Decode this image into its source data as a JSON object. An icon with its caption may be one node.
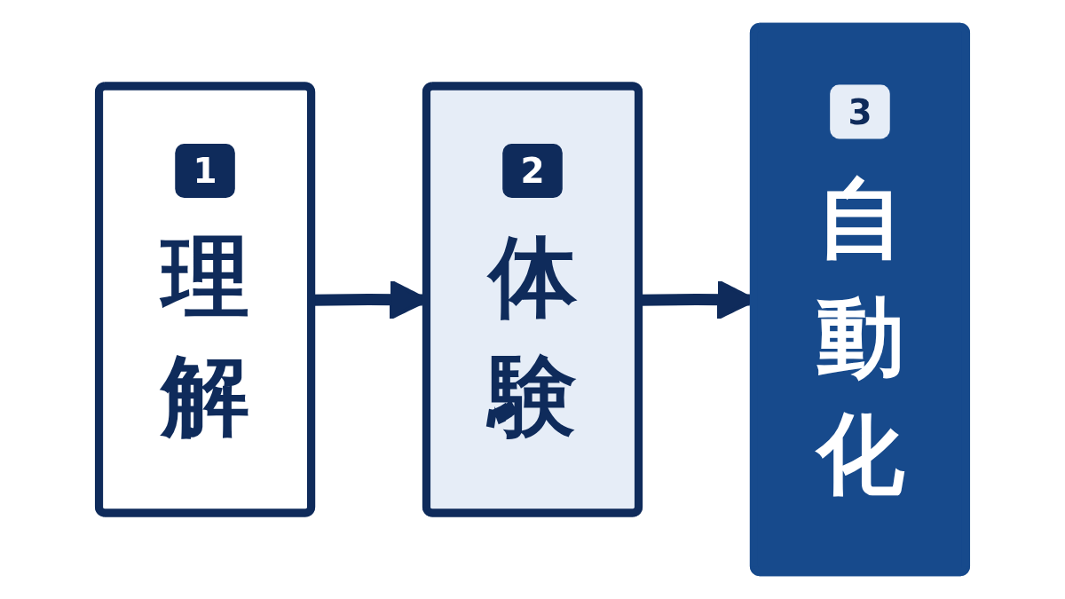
{
  "diagram": {
    "nodes": [
      {
        "text": [
          "1",
          "理解"
        ]
      },
      {
        "text": [
          "2",
          "体験"
        ]
      },
      {
        "text": [
          "3",
          "自動化"
        ]
      }
    ],
    "edges": [
      {
        "from": 0,
        "to": 1,
        "arrow": "to"
      },
      {
        "from": 1,
        "to": 2,
        "arrow": "to"
      }
    ]
  }
}
